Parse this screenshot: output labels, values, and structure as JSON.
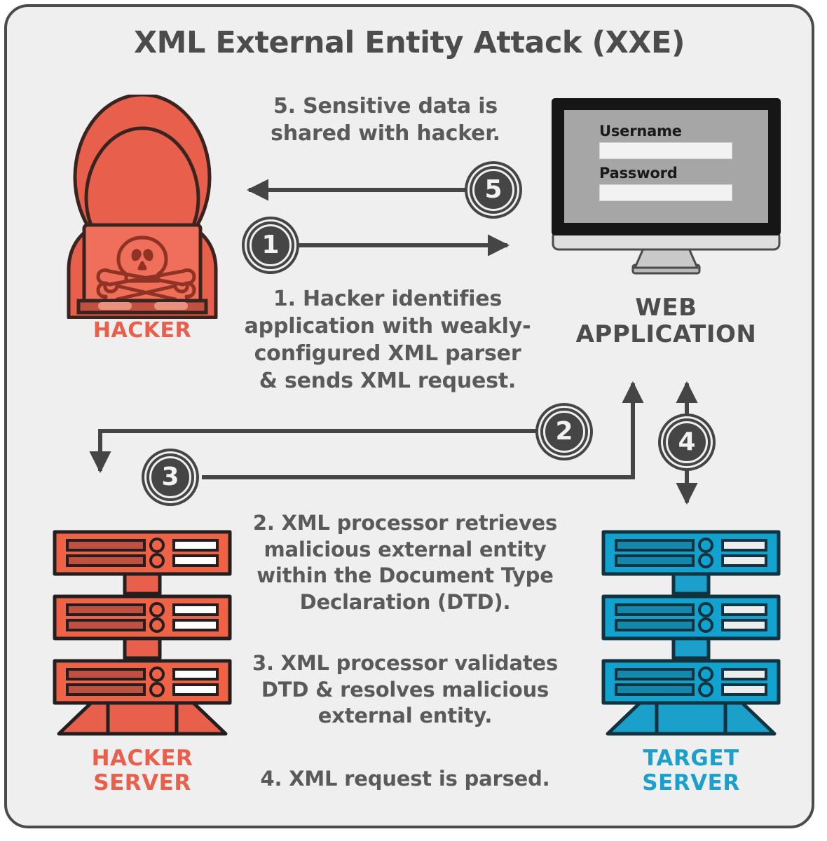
{
  "title": "XML External Entity Attack (XXE)",
  "colors": {
    "background": "#efeff0",
    "border": "#4b4b4b",
    "hacker_red": "#e8604c",
    "hacker_red_dark": "#7a2f22",
    "target_blue": "#1ba0cc",
    "target_blue_dark": "#10333f",
    "text_gray": "#5a5a5a",
    "badge_dark": "#454545",
    "monitor_screen": "#a6a6a6",
    "monitor_bezel": "#161616"
  },
  "steps": [
    {
      "number": "1",
      "text": "1. Hacker identifies application with weakly-configured XML parser & sends XML request."
    },
    {
      "number": "2",
      "text": "2. XML processor retrieves malicious external entity within the Document Type Declaration (DTD)."
    },
    {
      "number": "3",
      "text": "3. XML processor validates DTD & resolves malicious external entity."
    },
    {
      "number": "4",
      "text": "4. XML request is parsed."
    },
    {
      "number": "5",
      "text": "5. Sensitive data is shared with hacker."
    }
  ],
  "nodes": {
    "hacker": {
      "label": "HACKER",
      "icon": "hooded-hacker-icon"
    },
    "web_application": {
      "label_line1": "WEB",
      "label_line2": "APPLICATION",
      "icon": "desktop-monitor-icon"
    },
    "hacker_server": {
      "label_line1": "HACKER",
      "label_line2": "SERVER",
      "icon": "server-rack-icon"
    },
    "target_server": {
      "label_line1": "TARGET",
      "label_line2": "SERVER",
      "icon": "server-rack-icon"
    }
  },
  "login_form": {
    "username_label": "Username",
    "username_value": "",
    "password_label": "Password",
    "password_value": ""
  },
  "badges": {
    "one": "1",
    "two": "2",
    "three": "3",
    "four": "4",
    "five": "5"
  }
}
